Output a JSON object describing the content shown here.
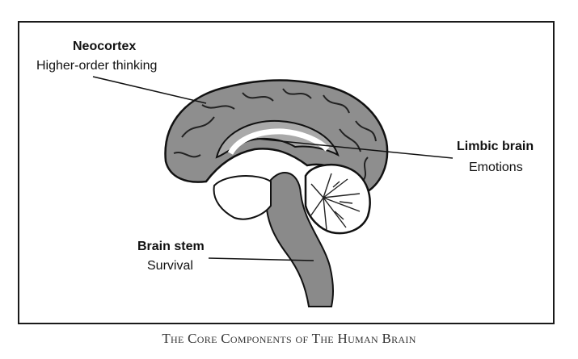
{
  "labels": {
    "neocortex": {
      "title": "Neocortex",
      "subtitle": "Higher-order thinking"
    },
    "limbic": {
      "title": "Limbic brain",
      "subtitle": "Emotions"
    },
    "stem": {
      "title": "Brain stem",
      "subtitle": "Survival"
    }
  },
  "caption": "The Core Components of The Human Brain",
  "colors": {
    "cortex": "#8e8e8e",
    "limbic": "#a9a9a9",
    "stem": "#8a8a8a",
    "outline": "#111111"
  }
}
